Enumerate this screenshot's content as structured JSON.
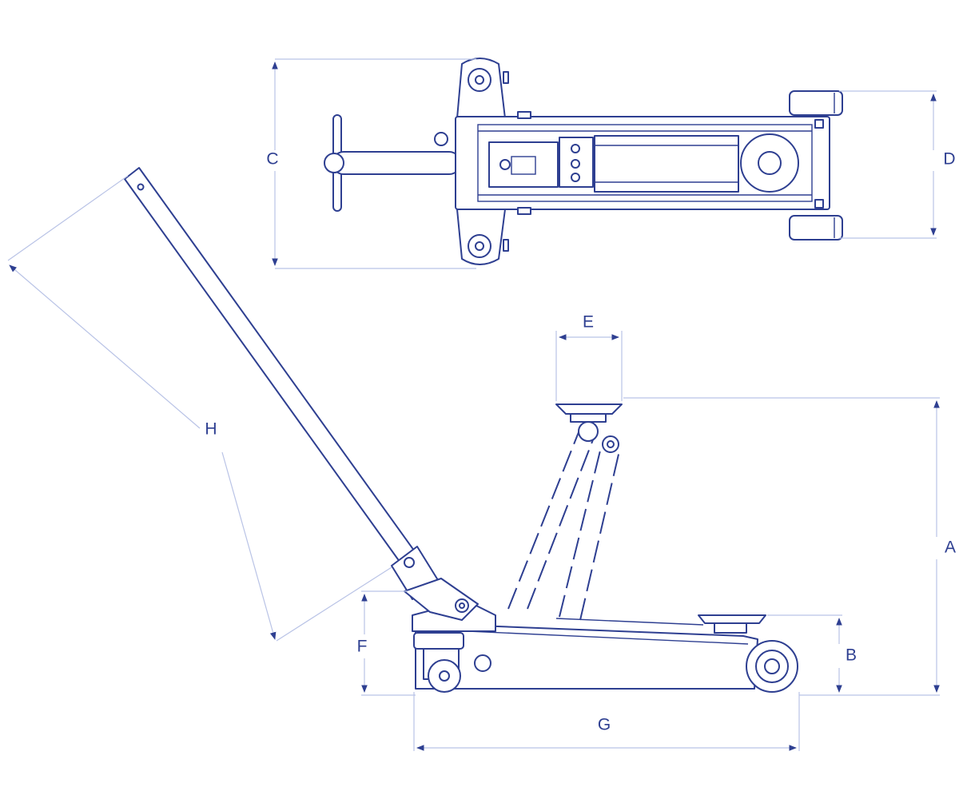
{
  "labels": {
    "A": "A",
    "B": "B",
    "C": "C",
    "D": "D",
    "E": "E",
    "F": "F",
    "G": "G",
    "H": "H"
  },
  "colors": {
    "line": "#2e3f91",
    "dimension": "#b9c3e6",
    "background": "#ffffff"
  }
}
